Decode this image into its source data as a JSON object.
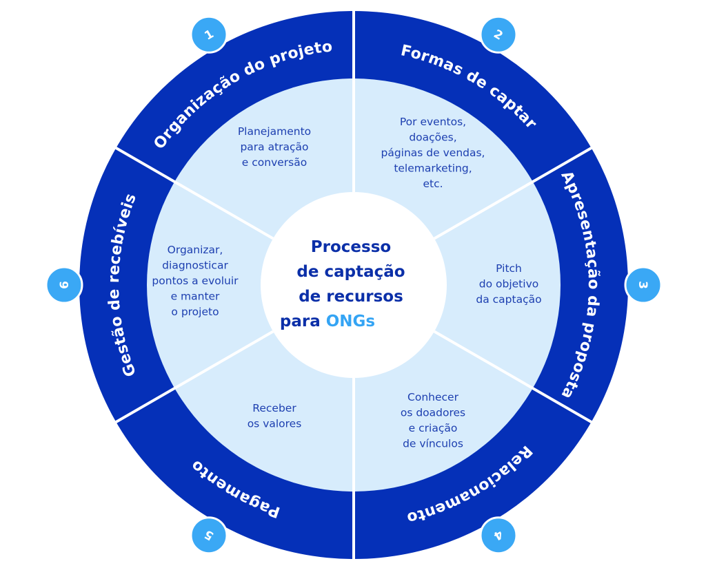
{
  "colors": {
    "ring": "#0530b8",
    "inner": "#d7ecfc",
    "center": "#ffffff",
    "divider": "#ffffff",
    "badge": "#3aa8f5",
    "segment_text": "#1d3fb0",
    "center_text": "#0b2fa8",
    "center_accent": "#34a4f4"
  },
  "center": {
    "line1": "Processo",
    "line2": "de captação",
    "line3": "de recursos",
    "line4_prefix": "para ",
    "line4_accent": "ONGs"
  },
  "steps": [
    {
      "number": "1",
      "title": "Organização do projeto",
      "description": [
        "Planejamento",
        "para atração",
        "e conversão"
      ]
    },
    {
      "number": "2",
      "title": "Formas de captar",
      "description": [
        "Por eventos,",
        "doações,",
        "páginas de vendas,",
        "telemarketing,",
        "etc."
      ]
    },
    {
      "number": "3",
      "title": "Apresentação da proposta",
      "description": [
        "Pitch",
        "do objetivo",
        "da captação"
      ]
    },
    {
      "number": "4",
      "title": "Relacionamento",
      "description": [
        "Conhecer",
        "os doadores",
        "e criação",
        "de vínculos"
      ]
    },
    {
      "number": "5",
      "title": "Pagamento",
      "description": [
        "Receber",
        "os valores"
      ]
    },
    {
      "number": "6",
      "title": "Gestão de recebíveis",
      "description": [
        "Organizar,",
        "diagnosticar",
        "pontos a evoluir",
        "e manter",
        "o projeto"
      ]
    }
  ]
}
